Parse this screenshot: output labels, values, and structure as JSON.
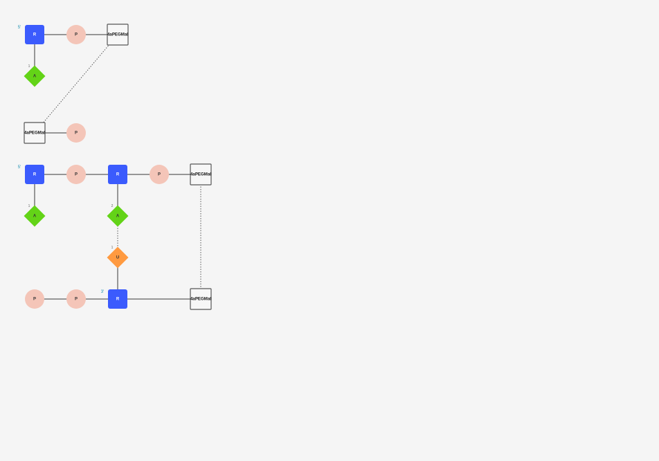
{
  "palette": {
    "ribose": "#3b5bfd",
    "phosphate": "#f4c5b8",
    "adenine": "#63d317",
    "uracil": "#ff9a40",
    "linker_fill": "#f7f7f7",
    "linker_stroke": "#555555",
    "edge": "#777777"
  },
  "icons": {
    "ribose": "square",
    "phosphate": "circle",
    "base": "diamond",
    "linker": "square-outline"
  },
  "graph": {
    "nodes": [
      {
        "id": "m1-r1",
        "type": "ribose",
        "label": "R"
      },
      {
        "id": "m1-p1",
        "type": "phosphate",
        "label": "P"
      },
      {
        "id": "m1-l1",
        "type": "linker",
        "label": "4aPEGMal"
      },
      {
        "id": "m1-a1",
        "type": "adenine",
        "label": "A"
      },
      {
        "id": "m2-l1",
        "type": "linker",
        "label": "4aPEGMal"
      },
      {
        "id": "m2-p1",
        "type": "phosphate",
        "label": "P"
      },
      {
        "id": "m3-r1",
        "type": "ribose",
        "label": "R"
      },
      {
        "id": "m3-p1",
        "type": "phosphate",
        "label": "P"
      },
      {
        "id": "m3-r2",
        "type": "ribose",
        "label": "R"
      },
      {
        "id": "m3-p2",
        "type": "phosphate",
        "label": "P"
      },
      {
        "id": "m3-l1",
        "type": "linker",
        "label": "4aPEGMal"
      },
      {
        "id": "m3-a1",
        "type": "adenine",
        "label": "A"
      },
      {
        "id": "m3-a2",
        "type": "adenine",
        "label": "A"
      },
      {
        "id": "m3-u1",
        "type": "uracil",
        "label": "U"
      },
      {
        "id": "m4-p1",
        "type": "phosphate",
        "label": "P"
      },
      {
        "id": "m4-p2",
        "type": "phosphate",
        "label": "P"
      },
      {
        "id": "m4-r1",
        "type": "ribose",
        "label": "R"
      },
      {
        "id": "m4-l1",
        "type": "linker",
        "label": "4aPEGMal"
      }
    ],
    "edges": [
      {
        "from": "m1-r1",
        "to": "m1-p1",
        "style": "solid"
      },
      {
        "from": "m1-p1",
        "to": "m1-l1",
        "style": "solid"
      },
      {
        "from": "m1-r1",
        "to": "m1-a1",
        "style": "solid"
      },
      {
        "from": "m1-l1",
        "to": "m2-l1",
        "style": "dotted"
      },
      {
        "from": "m2-l1",
        "to": "m2-p1",
        "style": "solid"
      },
      {
        "from": "m3-r1",
        "to": "m3-p1",
        "style": "solid"
      },
      {
        "from": "m3-p1",
        "to": "m3-r2",
        "style": "solid"
      },
      {
        "from": "m3-r2",
        "to": "m3-p2",
        "style": "solid"
      },
      {
        "from": "m3-p2",
        "to": "m3-l1",
        "style": "solid"
      },
      {
        "from": "m3-r1",
        "to": "m3-a1",
        "style": "solid"
      },
      {
        "from": "m3-r2",
        "to": "m3-a2",
        "style": "solid"
      },
      {
        "from": "m3-a2",
        "to": "m3-u1",
        "style": "dotted"
      },
      {
        "from": "m3-u1",
        "to": "m4-r1",
        "style": "solid"
      },
      {
        "from": "m4-p1",
        "to": "m4-p2",
        "style": "solid"
      },
      {
        "from": "m4-p2",
        "to": "m4-r1",
        "style": "solid"
      },
      {
        "from": "m4-r1",
        "to": "m4-l1",
        "style": "solid"
      },
      {
        "from": "m3-l1",
        "to": "m4-l1",
        "style": "dotted"
      }
    ],
    "terminal_labels": [
      {
        "node": "m1-r1",
        "text": "5'"
      },
      {
        "node": "m3-r1",
        "text": "5'"
      },
      {
        "node": "m4-r1",
        "text": "3'"
      }
    ],
    "position_labels": [
      {
        "node": "m1-a1",
        "text": "1"
      },
      {
        "node": "m3-a1",
        "text": "1"
      },
      {
        "node": "m3-a2",
        "text": "2"
      },
      {
        "node": "m3-u1",
        "text": "1"
      }
    ]
  }
}
